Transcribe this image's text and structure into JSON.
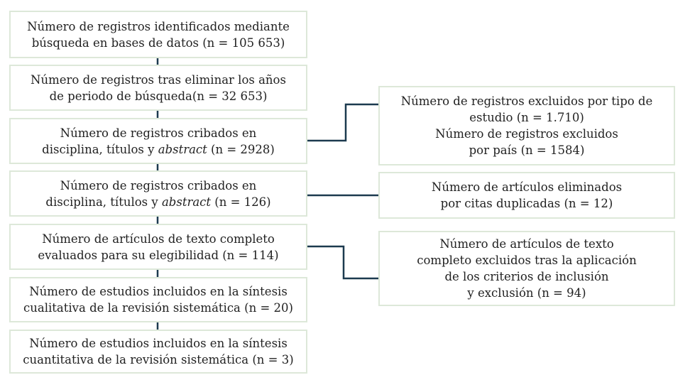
{
  "main_flow": [
    {
      "lines": [
        "Número de registros identificados mediante",
        "búsqueda en bases de datos (n = 105 653)"
      ]
    },
    {
      "lines": [
        "Número de registros tras eliminar los años",
        "de periodo de búsqueda(n = 32 653)"
      ]
    },
    {
      "line1": "Número de registros cribados en",
      "line2_pre": "disciplina, títulos y ",
      "line2_em": "abstract",
      "line2_post": " (n = 2928)"
    },
    {
      "line1": "Número de registros cribados en",
      "line2_pre": "disciplina, títulos y ",
      "line2_em": "abstract",
      "line2_post": " (n = 126)"
    },
    {
      "lines": [
        "Número de artículos de texto completo",
        "evaluados para su elegibilidad (n = 114)"
      ]
    },
    {
      "lines": [
        "Número de estudios incluidos en la síntesis",
        "cualitativa de la revisión sistemática (n = 20)"
      ]
    },
    {
      "lines": [
        "Número de estudios incluidos en la síntesis",
        "cuantitativa de la revisión sistemática (n = 3)"
      ]
    }
  ],
  "exclusions": [
    {
      "lines": [
        "Número de registros excluidos por tipo de",
        "estudio (n = 1.710)",
        "Número de registros excluidos",
        "por país (n = 1584)"
      ]
    },
    {
      "lines": [
        "Número de artículos eliminados",
        "por citas duplicadas (n = 12)"
      ]
    },
    {
      "lines": [
        "Número de artículos de texto",
        "completo excluidos tras la aplicación",
        "de los criterios de inclusión",
        "y exclusión (n = 94)"
      ]
    }
  ],
  "colors": {
    "box_border": "#dde8d9",
    "connector": "#1c3a4f",
    "text": "#222222"
  }
}
